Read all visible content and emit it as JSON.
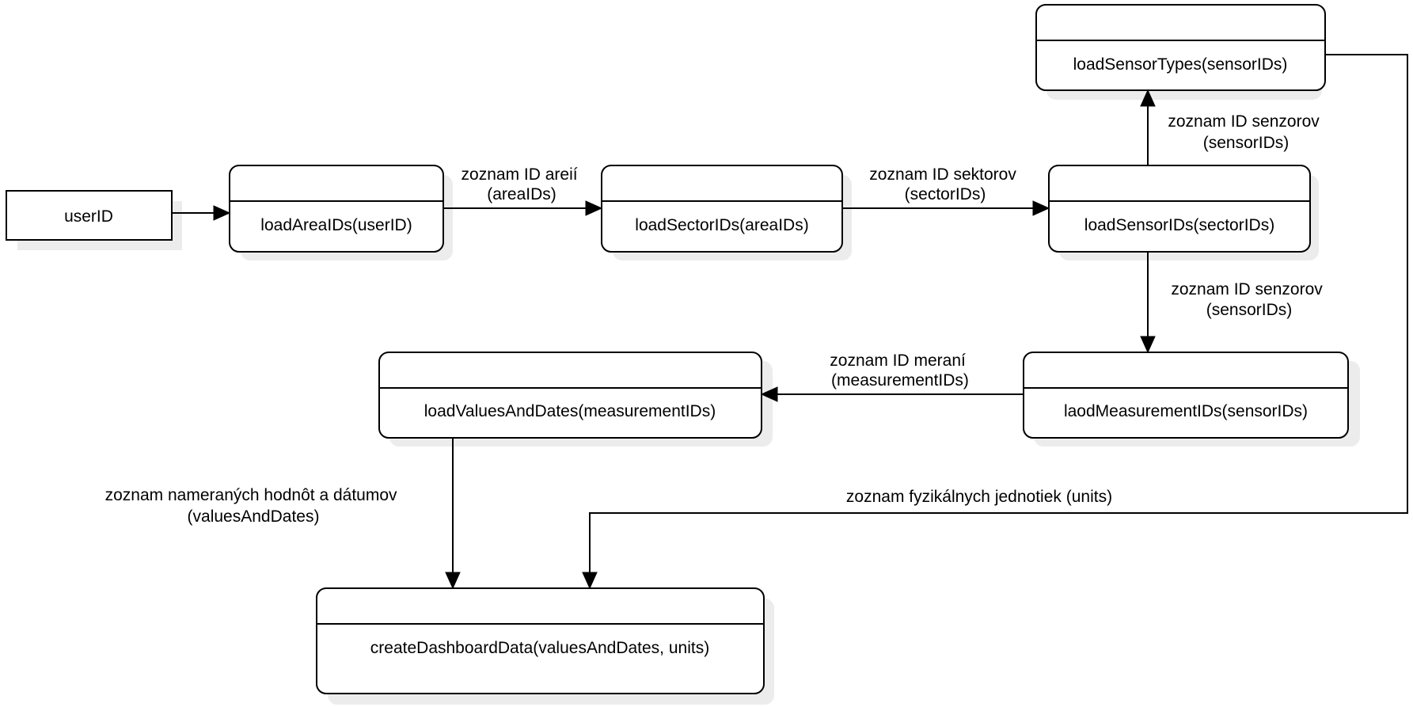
{
  "diagram": {
    "colors": {
      "stroke": "#000000",
      "fill": "#ffffff",
      "shadow": "#ececec",
      "text": "#000000"
    },
    "nodes": {
      "user_id": "userID",
      "load_area_ids": "loadAreaIDs(userID)",
      "load_sector_ids": "loadSectorIDs(areaIDs)",
      "load_sensor_ids": "loadSensorIDs(sectorIDs)",
      "load_sensor_types": "loadSensorTypes(sensorIDs)",
      "load_measurement_ids": "laodMeasurementIDs(sensorIDs)",
      "load_values_and_dates": "loadValuesAndDates(measurementIDs)",
      "create_dashboard_data": "createDashboardData(valuesAndDates, units)"
    },
    "edges": {
      "area_ids": {
        "line1": "zoznam ID areií",
        "line2": "(areaIDs)"
      },
      "sector_ids": {
        "line1": "zoznam ID sektorov",
        "line2": "(sectorIDs)"
      },
      "sensor_ids_up": {
        "line1": "zoznam ID senzorov",
        "line2": "(sensorIDs)"
      },
      "sensor_ids_down": {
        "line1": "zoznam ID senzorov",
        "line2": "(sensorIDs)"
      },
      "measurement_ids": {
        "line1": "zoznam ID meraní",
        "line2": "(measurementIDs)"
      },
      "values_and_dates": {
        "line1": "zoznam nameraných hodnôt a dátumov",
        "line2": "(valuesAndDates)"
      },
      "units": {
        "line1": "zoznam fyzikálnych jednotiek (units)"
      }
    }
  }
}
